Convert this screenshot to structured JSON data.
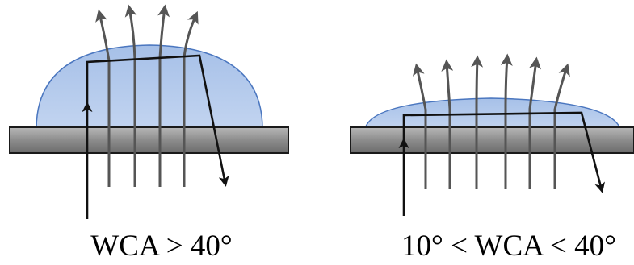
{
  "panels": [
    {
      "caption": "WCA > 40°",
      "condition": "high-contact-angle-droplet"
    },
    {
      "caption": "10° < WCA < 40°",
      "condition": "low-contact-angle-droplet"
    }
  ],
  "colors": {
    "droplet_fill": "#a9c3ea",
    "droplet_stroke": "#4a76bf",
    "substrate_fill": "#8c8c8c",
    "substrate_stroke": "#1a1a1a",
    "ray_arrow": "#555555",
    "light_path": "#111111",
    "text": "#000000"
  }
}
